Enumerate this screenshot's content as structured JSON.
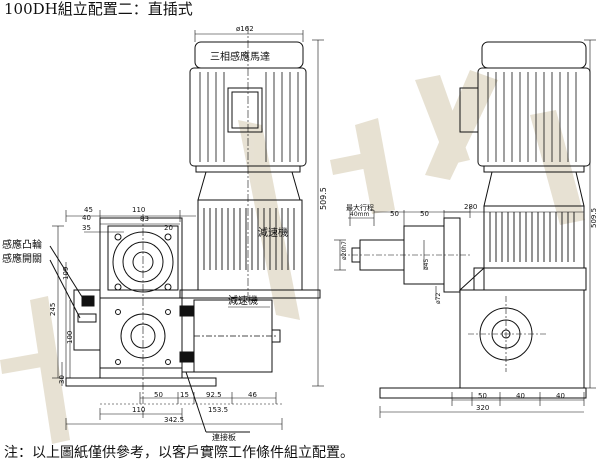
{
  "page": {
    "title": "100DH組立配置二：直插式",
    "note": "注：以上圖紙僅供參考，以客戶實際工作條件組立配置。"
  },
  "watermark": {
    "text": "HUYU",
    "color": "#d8d2c0"
  },
  "labels": {
    "motor": "三相感應馬達",
    "reducer_top": "減速機",
    "reducer_bottom": "減速機",
    "cam": "感應凸輪",
    "sensor_switch": "感應開關",
    "stroke": "最大行程",
    "plate": "連接板"
  },
  "dims": {
    "d162": "ø162",
    "v5095_left": "509.5",
    "v5095_right": "509.5",
    "h45": "45",
    "h110_top": "110",
    "h40": "40",
    "h83": "83",
    "h35": "35",
    "h20": "20",
    "v109": "109",
    "v245": "245",
    "v100": "100",
    "v30": "30",
    "b50": "50",
    "b15": "15",
    "b925": "92.5",
    "b46": "46",
    "b110": "110",
    "b1535": "153.5",
    "b3425": "342.5",
    "r40mm": "40mm",
    "r50a": "50",
    "r50b": "50",
    "r280": "280",
    "rv72": "ø72",
    "rv45": "45",
    "rv20h7": "ø20h7",
    "rvd45": "ø45",
    "rb50": "50",
    "rb40": "40",
    "rb40b": "40",
    "rb320": "320"
  }
}
